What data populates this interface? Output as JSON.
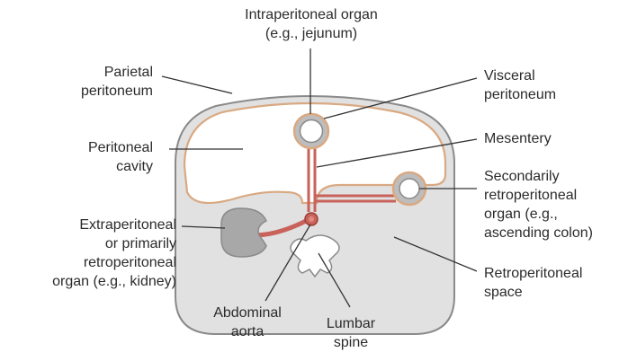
{
  "labels": {
    "intraperitoneal": [
      "Intraperitoneal organ",
      "(e.g., jejunum)"
    ],
    "parietal": [
      "Parietal",
      "peritoneum"
    ],
    "peritoneal_cavity": [
      "Peritoneal",
      "cavity"
    ],
    "extraperitoneal": [
      "Extraperitoneal",
      "or primarily",
      "retroperitoneal",
      "organ (e.g., kidney)"
    ],
    "abdominal_aorta": [
      "Abdominal",
      "aorta"
    ],
    "lumbar_spine": [
      "Lumbar",
      "spine"
    ],
    "visceral": [
      "Visceral",
      "peritoneum"
    ],
    "mesentery": [
      "Mesentery"
    ],
    "secondarily": [
      "Secondarily",
      "retroperitoneal",
      "organ (e.g.,",
      "ascending colon)"
    ],
    "retroperitoneal_space": [
      "Retroperitoneal",
      "space"
    ]
  },
  "colors": {
    "outline": "#8a8a8a",
    "cavity_fill": "#ffffff",
    "retro_fill": "#e1e1e1",
    "peritoneum": "#d9a982",
    "mesentery": "#c8625a",
    "organ_fill": "#a8a8a8",
    "leader": "#333333"
  }
}
